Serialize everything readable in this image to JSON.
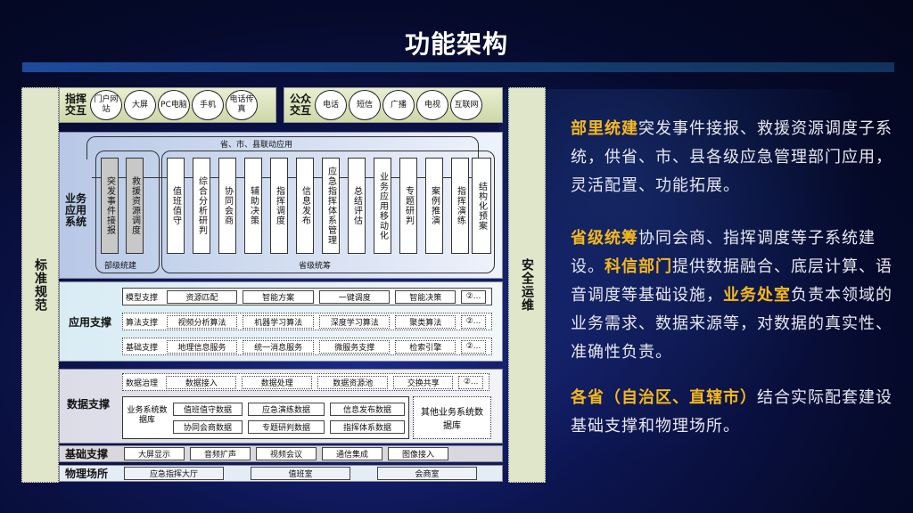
{
  "title": "功能架构",
  "side_left": "标准规范",
  "side_right": "安全运维",
  "command_interaction": {
    "label": "指挥交互",
    "items": [
      "门户网站",
      "大屏",
      "PC电脑",
      "手机",
      "电话传真"
    ]
  },
  "public_interaction": {
    "label": "公众交互",
    "items": [
      "电话",
      "短信",
      "广播",
      "电视",
      "互联网"
    ]
  },
  "business_apps": {
    "label": "业务应用系统",
    "linkage_label": "省、市、县联动应用",
    "ministry_label": "部级统建",
    "ministry_items": [
      "突发事件接报",
      "救援资源调度"
    ],
    "province_label": "省级统筹",
    "province_items": [
      "值班值守",
      "综合分析研判",
      "协同会商",
      "辅助决策",
      "指挥调度",
      "信息发布",
      "应急指挥体系管理",
      "总结评估",
      "业务应用移动化",
      "专题研判",
      "案例推演",
      "指挥演练",
      "结构化预案"
    ]
  },
  "app_support": {
    "label": "应用支撑",
    "rows": [
      {
        "name": "模型支撑",
        "items": [
          "资源匹配",
          "智能方案",
          "一键调度",
          "智能决策",
          "②..."
        ]
      },
      {
        "name": "算法支撑",
        "items": [
          "视频分析算法",
          "机器学习算法",
          "深度学习算法",
          "聚类算法",
          "②..."
        ]
      },
      {
        "name": "基础支撑",
        "items": [
          "地理信息服务",
          "统一消息服务",
          "微服务支撑",
          "检索引擎",
          "②..."
        ]
      }
    ]
  },
  "data_support": {
    "label": "数据支撑",
    "governance": {
      "name": "数据治理",
      "items": [
        "数据接入",
        "数据处理",
        "数据资源池",
        "交换共享",
        "②..."
      ]
    },
    "db_label": "业务系统数据库",
    "db_items": [
      "值班值守数据",
      "应急演练数据",
      "信息发布数据",
      "协同会商数据",
      "专题研判数据",
      "指挥体系数据"
    ],
    "other_db": "其他业务系统数据库"
  },
  "base_support": {
    "label": "基础支撑",
    "items": [
      "大屏显示",
      "音频扩声",
      "视频会议",
      "通信集成",
      "图像接入"
    ]
  },
  "physical": {
    "label": "物理场所",
    "items": [
      "应急指挥大厅",
      "值班室",
      "会商室"
    ]
  },
  "paragraphs": {
    "p1_hl": "部里统建",
    "p1": "突发事件接报、救援资源调度子系统，供省、市、县各级应急管理部门应用，灵活配置、功能拓展。",
    "p2_hl1": "省级统筹",
    "p2_a": "协同会商、指挥调度等子系统建设。",
    "p2_hl2": "科信部门",
    "p2_b": "提供数据融合、底层计算、语音调度等基础设施，",
    "p2_hl3": "业务处室",
    "p2_c": "负责本领域的业务需求、数据来源等，对数据的真实性、准确性负责。",
    "p3_hl": "各省（自治区、直辖市）",
    "p3": "结合实际配套建设基础支撑和物理场所。"
  },
  "colors": {
    "highlight": "#f5b81c",
    "background": "#050a2a",
    "text": "#e8e8f0"
  }
}
